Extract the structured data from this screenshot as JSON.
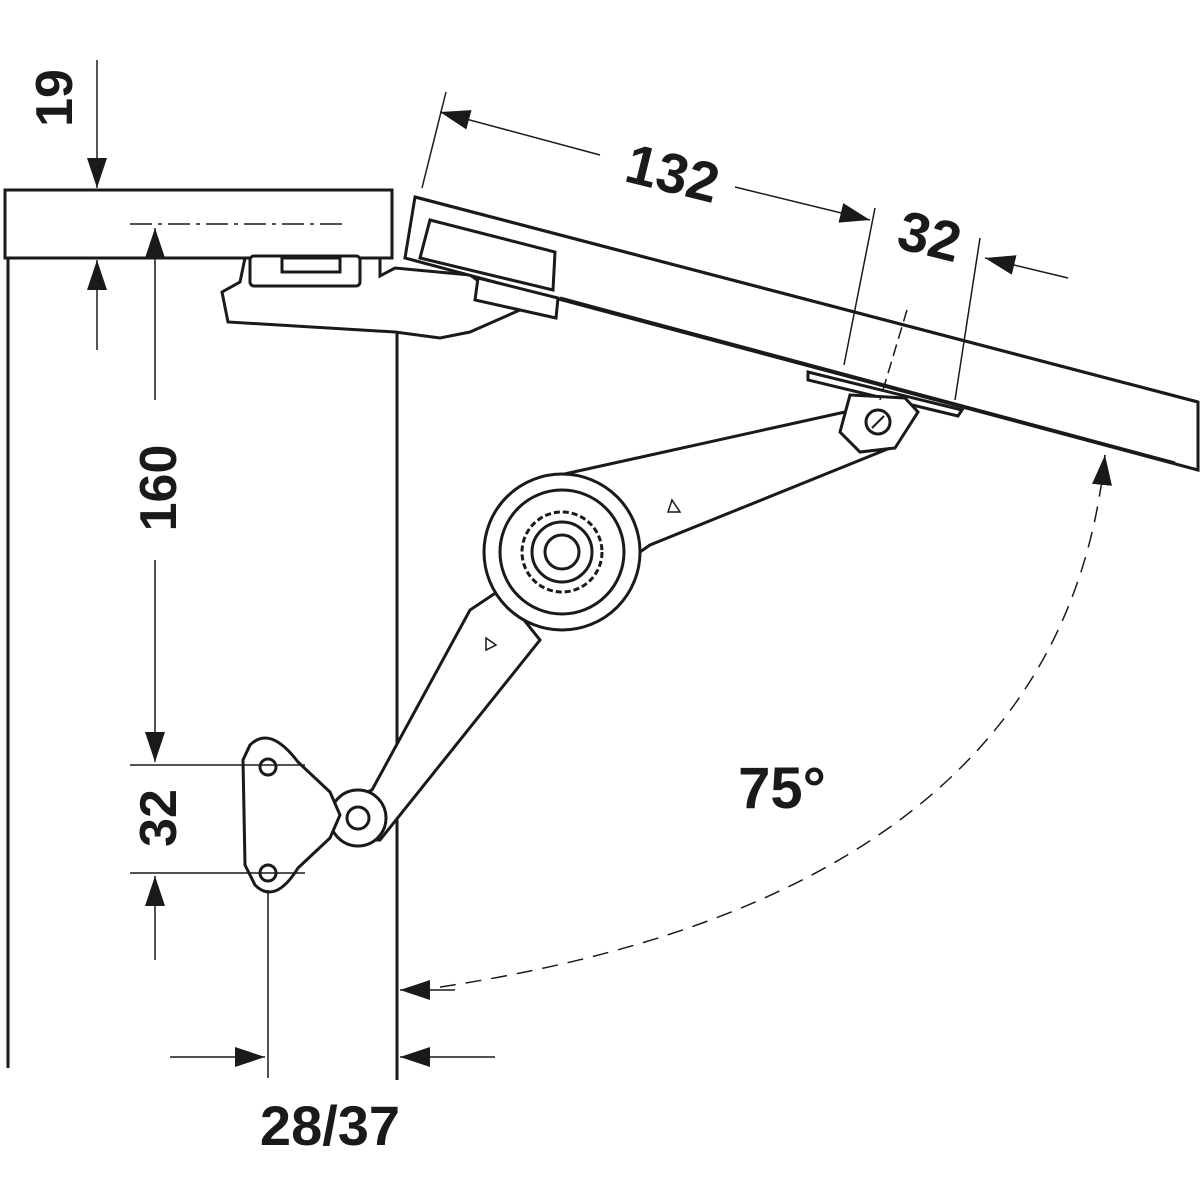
{
  "dimensions": {
    "panel_thickness": "19",
    "lid_length": "132",
    "lid_offset": "32",
    "vertical_height": "160",
    "hole_spacing": "32",
    "side_offset": "28/37",
    "opening_angle": "75°"
  },
  "colors": {
    "line": "#1a1a1a",
    "background": "#ffffff"
  }
}
